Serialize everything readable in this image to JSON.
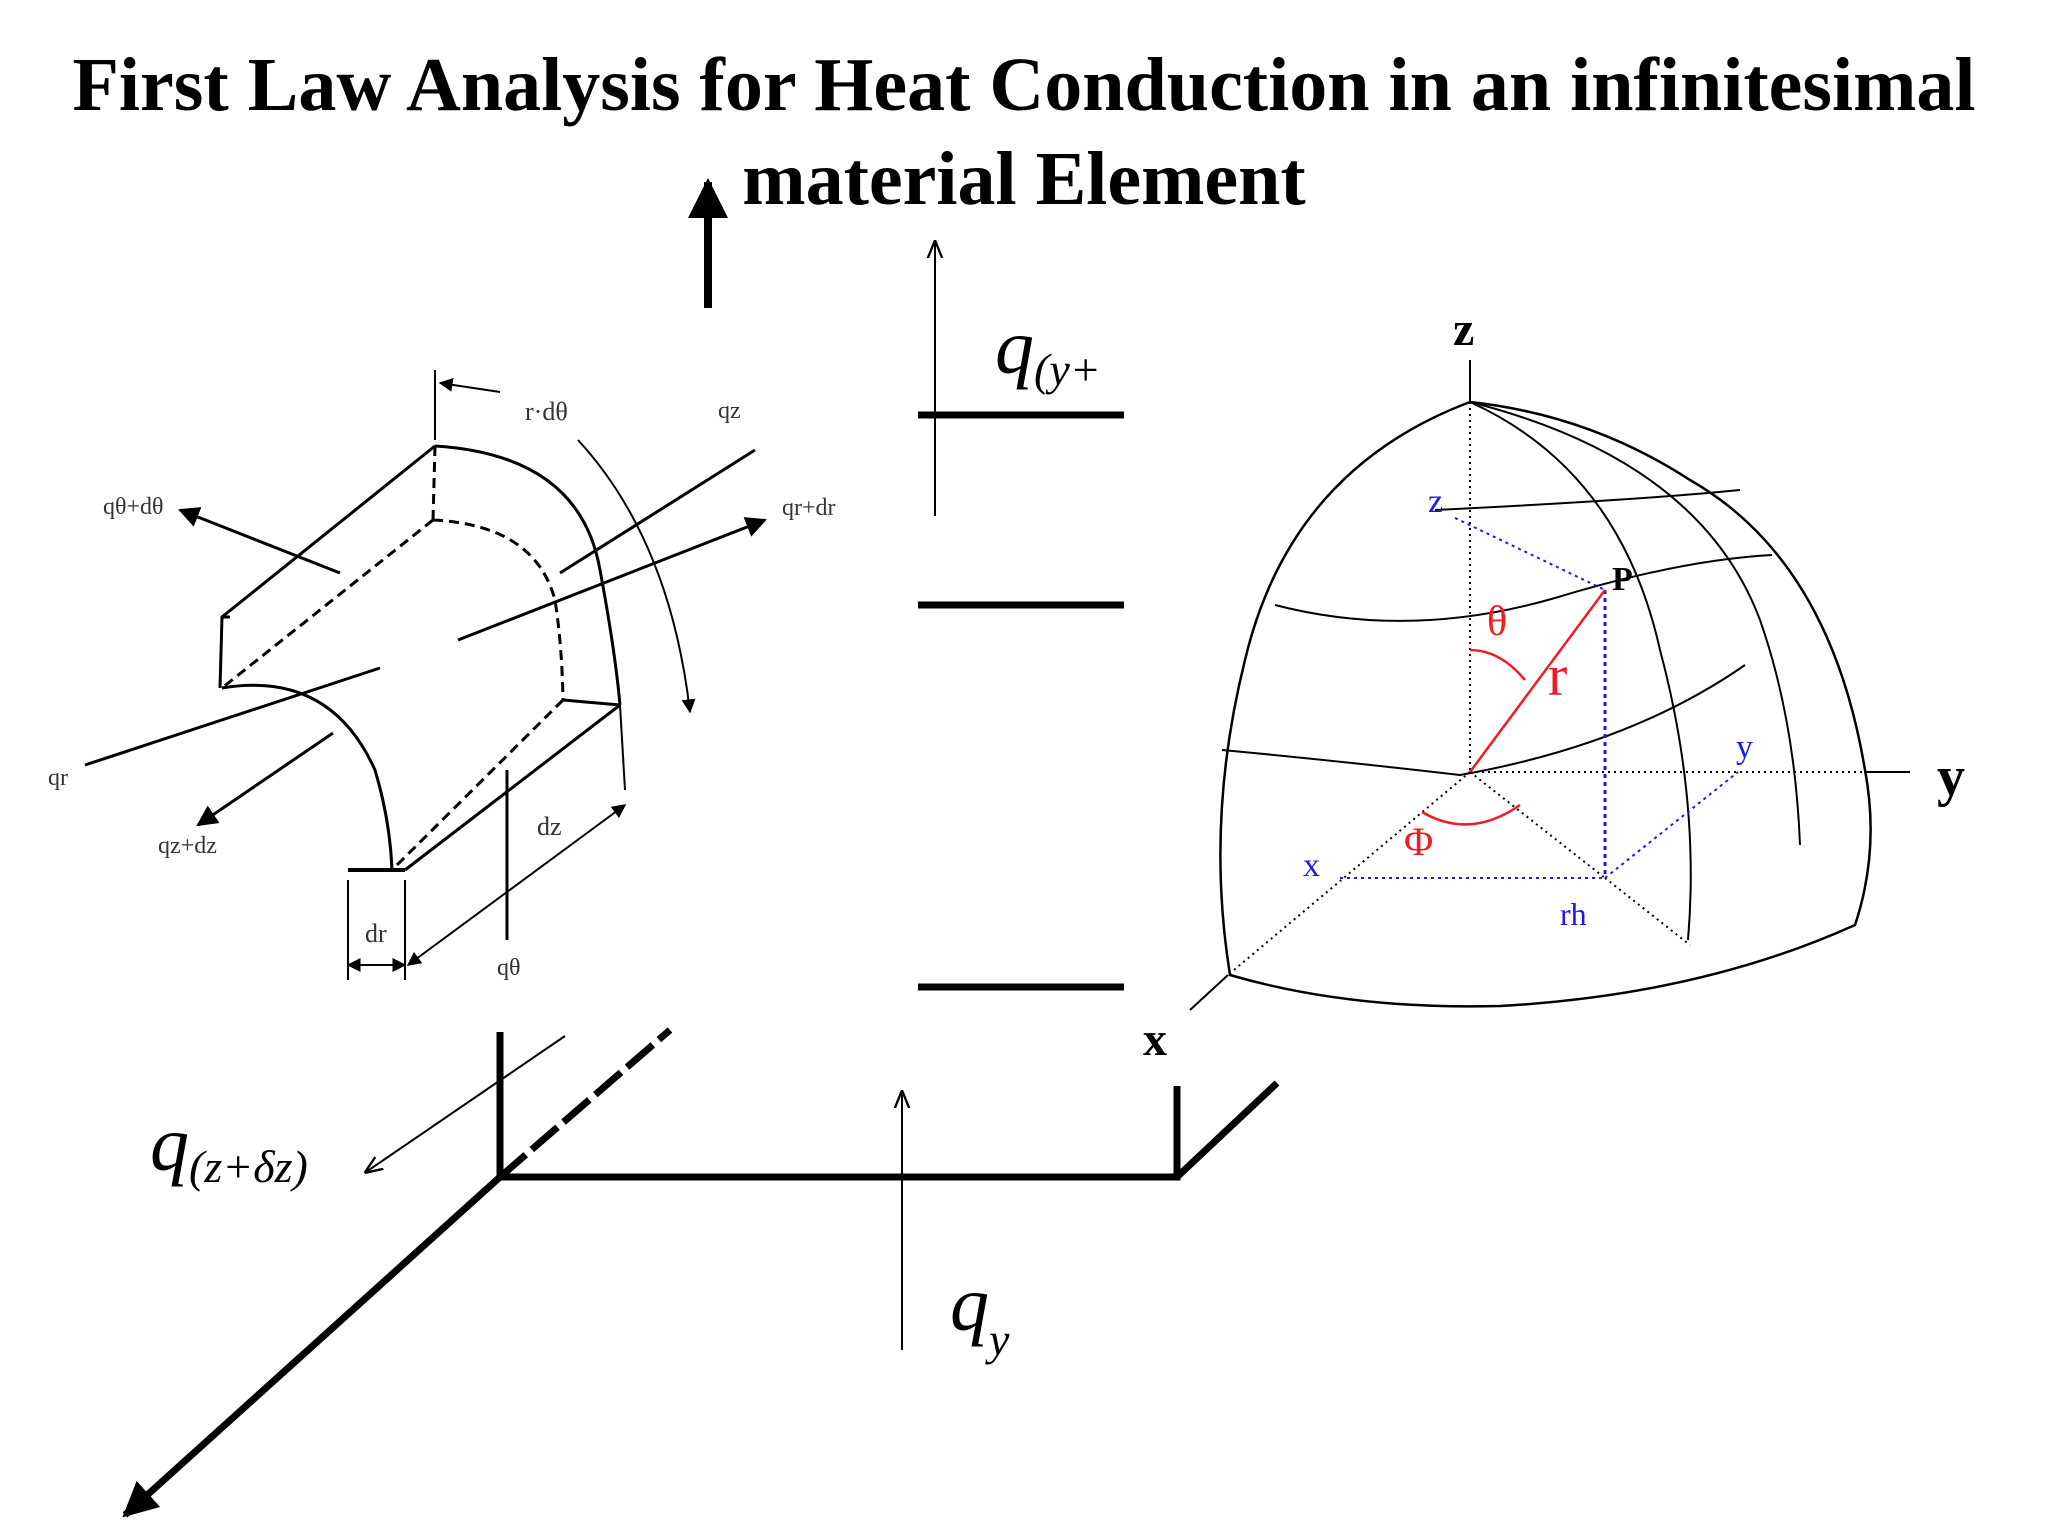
{
  "title": {
    "line1": "First Law Analysis for Heat Conduction in an infinitesimal",
    "line2": "material  Element"
  },
  "cylindrical_element": {
    "r_dtheta": "r·dθ",
    "q_z": "qz",
    "q_theta_dtheta": "qθ+dθ",
    "q_r_dr": "qr+dr",
    "q_r": "qr",
    "q_z_dz": "qz+dz",
    "dz": "dz",
    "dr": "dr",
    "q_theta": "qθ"
  },
  "cartesian_element": {
    "q_y_plus": "q",
    "q_y_plus_sub": "(y+",
    "q_z_plus_dz": "q",
    "q_z_plus_dz_sub": "(z+δz)",
    "q_y": "q",
    "q_y_sub": "y"
  },
  "spherical_element": {
    "axis_z": "z",
    "axis_y": "y",
    "axis_x": "x",
    "point_p": "P",
    "label_z": "z",
    "label_y": "y",
    "label_x": "x",
    "label_rh": "rh",
    "theta": "θ",
    "r": "r",
    "phi": "Φ"
  },
  "colors": {
    "ink": "#000000",
    "red_accent": "#ee1c24",
    "blue_accent": "#1a1aee"
  }
}
